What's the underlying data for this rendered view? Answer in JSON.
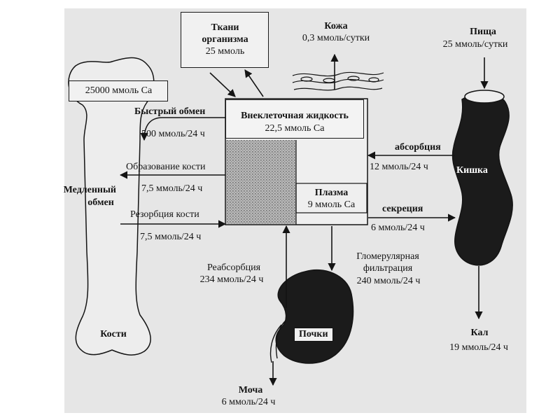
{
  "bone": {
    "calcium": "25000 ммоль Са",
    "name": "Кости",
    "slow_exchange_line1": "Медленный",
    "slow_exchange_line2": "обмен"
  },
  "tissues": {
    "line1": "Ткани",
    "line2": "организма",
    "amount": "25 ммоль"
  },
  "skin": {
    "name": "Кожа",
    "amount": "0,3 ммоль/сутки"
  },
  "food": {
    "name": "Пища",
    "amount": "25 ммоль/сутки"
  },
  "extracellular": {
    "name": "Внеклеточная жидкость",
    "amount": "22,5 ммоль Са"
  },
  "plasma": {
    "name": "Плазма",
    "amount": "9 ммоль Са"
  },
  "flows": {
    "fast_exchange": {
      "name": "Быстрый обмен",
      "amount": "500 ммоль/24 ч"
    },
    "bone_formation": {
      "name": "Образование кости",
      "amount": "7,5 ммоль/24 ч"
    },
    "bone_resorption": {
      "name": "Резорбция кости",
      "amount": "7,5 ммоль/24 ч"
    },
    "absorption": {
      "name": "абсорбция",
      "amount": "12 ммоль/24 ч"
    },
    "secretion": {
      "name": "секреция",
      "amount": "6 ммоль/24 ч"
    },
    "reabsorption": {
      "name": "Реабсорбция",
      "amount": "234 ммоль/24 ч"
    },
    "filtration": {
      "line1": "Гломерулярная",
      "line2": "фильтрация",
      "amount": "240 ммоль/24 ч"
    }
  },
  "intestine": {
    "name": "Кишка"
  },
  "kidney": {
    "name": "Почки"
  },
  "urine": {
    "name": "Моча",
    "amount": "6 ммоль/24 ч"
  },
  "feces": {
    "name": "Кал",
    "amount": "19 ммоль/24 ч"
  },
  "colors": {
    "ink": "#141414",
    "organ_fill": "#1b1b1b",
    "background": "#e6e6e6"
  }
}
